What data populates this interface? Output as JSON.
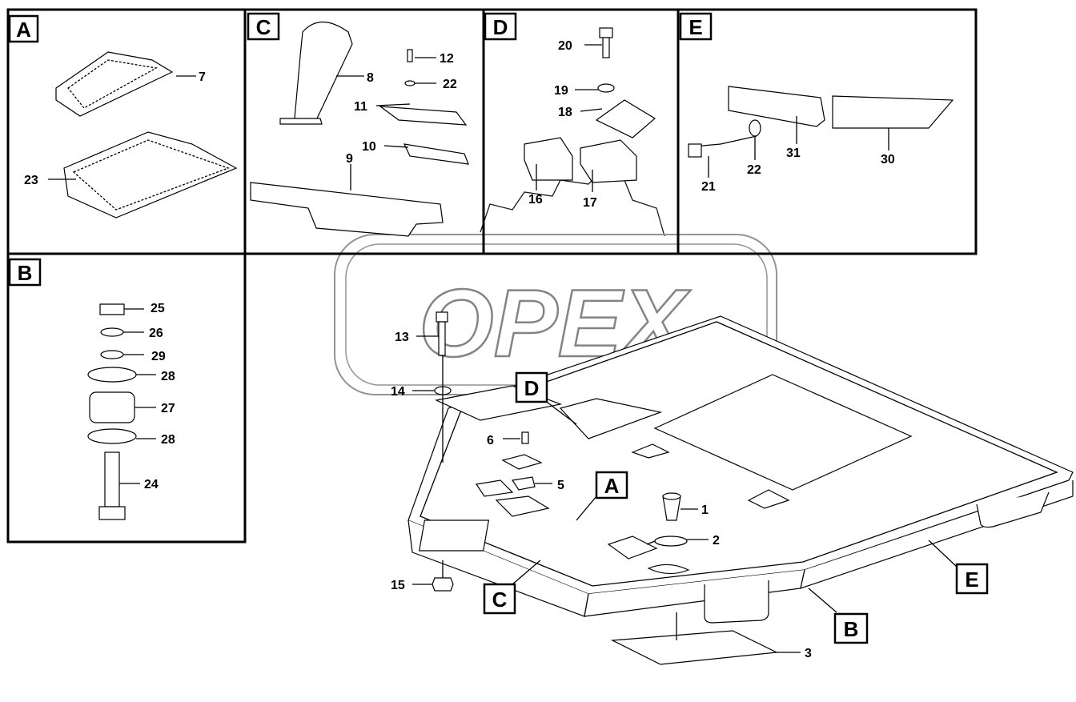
{
  "watermark": "OPEX",
  "detail_boxes": [
    {
      "id": "A",
      "label": "A"
    },
    {
      "id": "B",
      "label": "B"
    },
    {
      "id": "C",
      "label": "C"
    },
    {
      "id": "D",
      "label": "D"
    },
    {
      "id": "E",
      "label": "E"
    }
  ],
  "main_callouts": [
    {
      "id": "A",
      "label": "A"
    },
    {
      "id": "B",
      "label": "B"
    },
    {
      "id": "C",
      "label": "C"
    },
    {
      "id": "D",
      "label": "D"
    },
    {
      "id": "E",
      "label": "E"
    }
  ],
  "part_numbers": {
    "p1": "1",
    "p2": "2",
    "p3": "3",
    "p5": "5",
    "p6": "6",
    "p7": "7",
    "p8": "8",
    "p9": "9",
    "p10": "10",
    "p11": "11",
    "p12": "12",
    "p13": "13",
    "p14": "14",
    "p15": "15",
    "p16": "16",
    "p17": "17",
    "p18": "18",
    "p19": "19",
    "p20": "20",
    "p21": "21",
    "p22a": "22",
    "p22b": "22",
    "p23": "23",
    "p24": "24",
    "p25": "25",
    "p26": "26",
    "p27": "27",
    "p28a": "28",
    "p28b": "28",
    "p29": "29",
    "p30": "30",
    "p31": "31"
  }
}
